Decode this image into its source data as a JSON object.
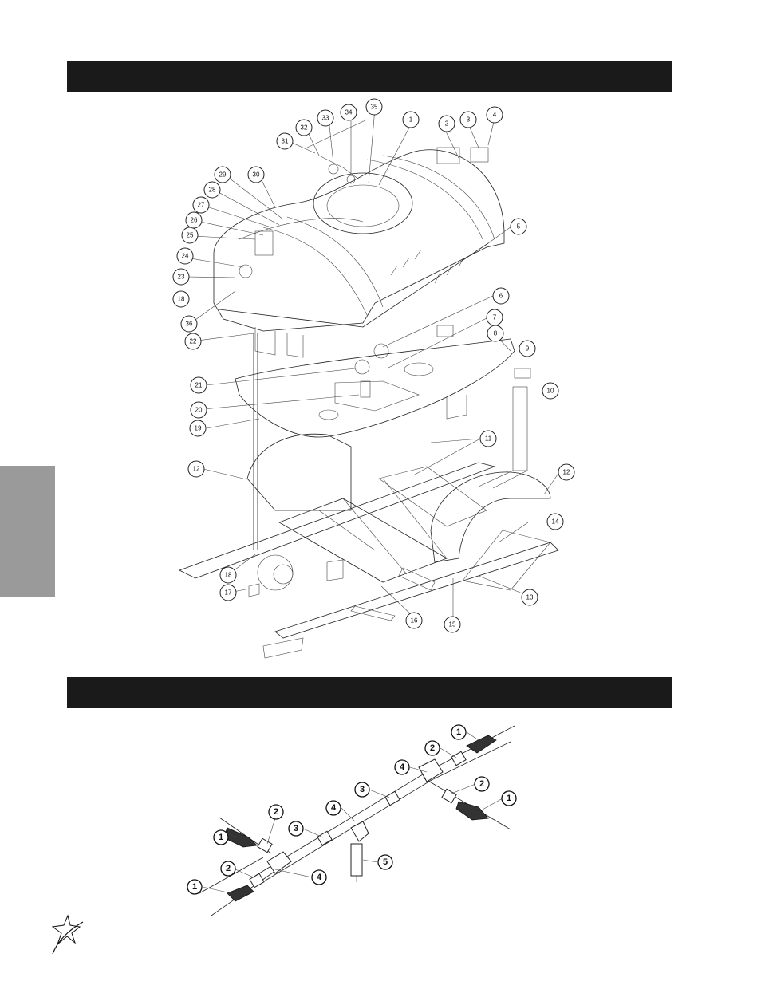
{
  "header_top": {
    "text": ""
  },
  "header_bottom": {
    "text": ""
  },
  "side_tab": {
    "text": ""
  },
  "diagram_top": {
    "callouts": [
      "1",
      "2",
      "3",
      "4",
      "5",
      "6",
      "7",
      "8",
      "9",
      "10",
      "11",
      "12",
      "12",
      "13",
      "14",
      "15",
      "16",
      "17",
      "18",
      "18",
      "19",
      "20",
      "21",
      "22",
      "23",
      "24",
      "25",
      "26",
      "27",
      "28",
      "29",
      "30",
      "31",
      "32",
      "33",
      "34",
      "35",
      "36"
    ]
  },
  "diagram_bottom": {
    "callouts": [
      "1",
      "1",
      "1",
      "1",
      "2",
      "2",
      "2",
      "2",
      "3",
      "3",
      "4",
      "4",
      "4",
      "5"
    ]
  },
  "logo": {
    "name": "star-swoosh-logo"
  }
}
